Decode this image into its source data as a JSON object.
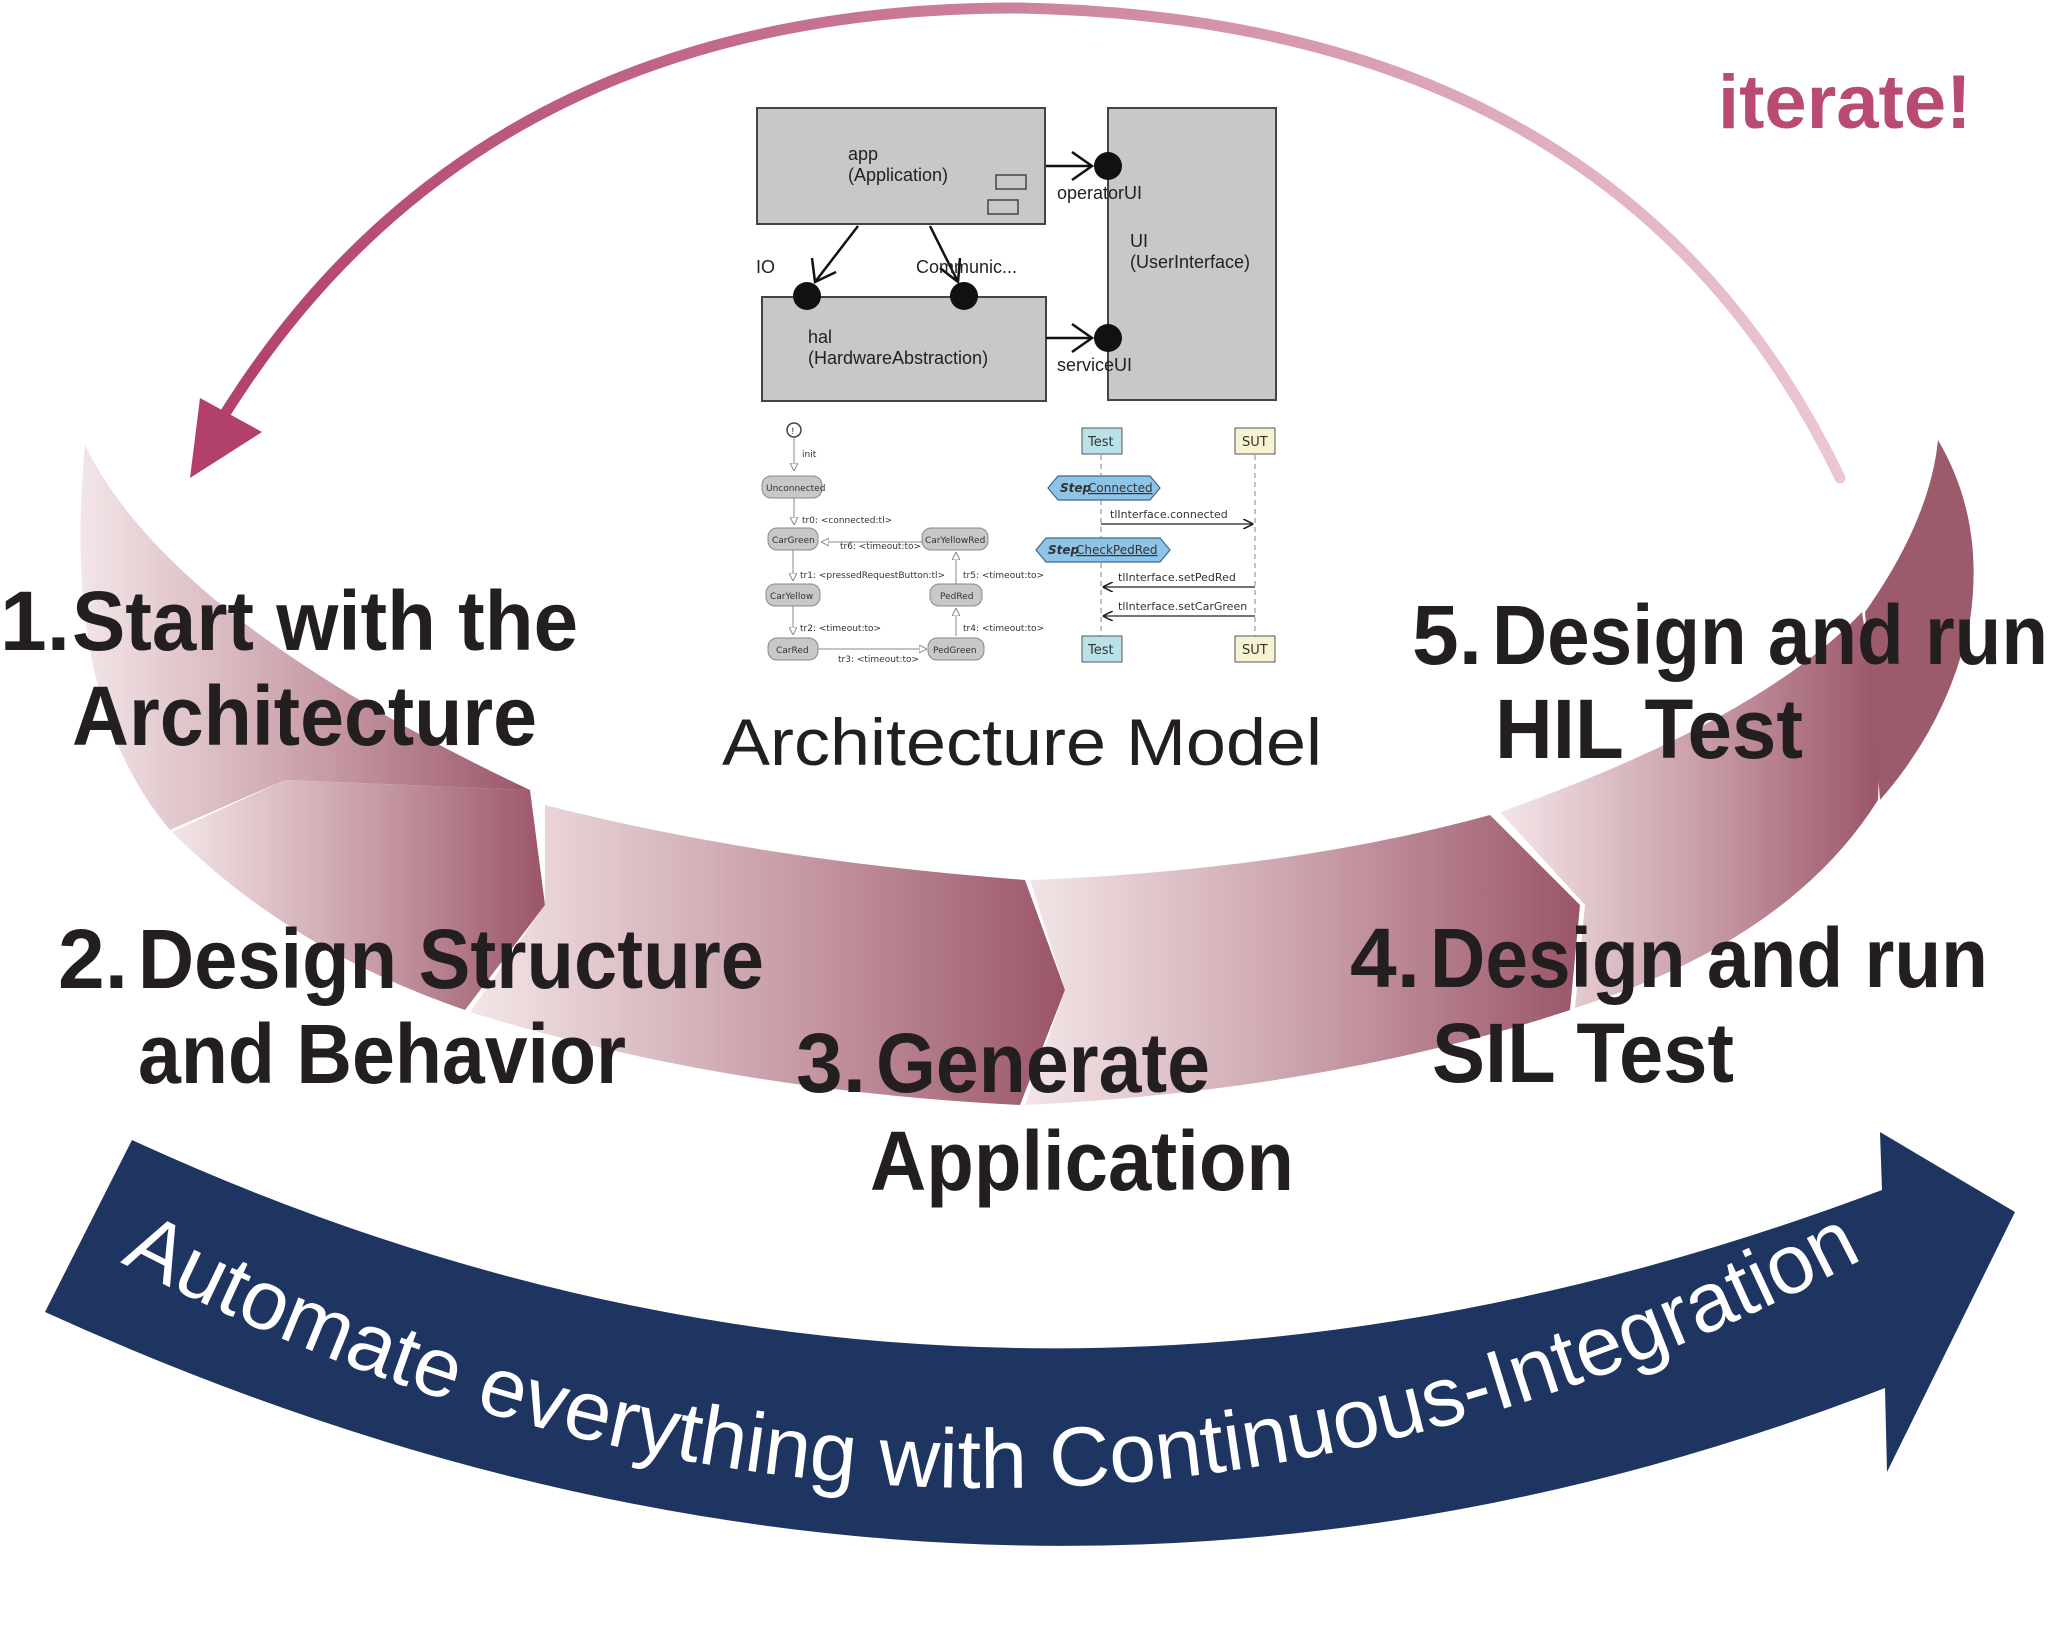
{
  "iterate_label": "iterate!",
  "model_caption": "Architecture Model",
  "steps": [
    {
      "number": "1.",
      "line1": "Start with the",
      "line2": "Architecture"
    },
    {
      "number": "2.",
      "line1": "Design Structure",
      "line2": "and Behavior"
    },
    {
      "number": "3.",
      "line1": "Generate",
      "line2": "Application"
    },
    {
      "number": "4.",
      "line1": "Design and run",
      "line2": "SIL Test"
    },
    {
      "number": "5.",
      "line1": "Design and run",
      "line2": "HIL Test"
    }
  ],
  "banner_text": "Automate everything with Continuous-Integration",
  "colors": {
    "iterate_arrow": "#b84a74",
    "cycle_light": "#f1e1e4",
    "cycle_dark": "#9b5a6a",
    "banner": "#1f3561",
    "step_text": "#231f20"
  },
  "structure_diagram": {
    "app_name": "app",
    "app_type": "(Application)",
    "ui_name": "UI",
    "ui_type": "(UserInterface)",
    "hal_name": "hal",
    "hal_type": "(HardwareAbstraction)",
    "port_io": "IO",
    "port_comm": "Communic...",
    "port_operator": "operatorUI",
    "port_service": "serviceUI"
  },
  "state_machine": {
    "init": "init",
    "states": [
      "Unconnected",
      "CarGreen",
      "CarYellowRed",
      "CarYellow",
      "PedRed",
      "CarRed",
      "PedGreen"
    ],
    "transitions": {
      "tr0": "tr0: <connected:tl>",
      "tr6": "tr6: <timeout:to>",
      "tr1": "tr1: <pressedRequestButton:tl>",
      "tr5": "tr5: <timeout:to>",
      "tr2": "tr2: <timeout:to>",
      "tr4": "tr4: <timeout:to>",
      "tr3": "tr3: <timeout:to>"
    }
  },
  "sequence_diagram": {
    "lifeline_test": "Test",
    "lifeline_sut": "SUT",
    "step_prefix": "Step",
    "step1": "Connected",
    "step2": "CheckPedRed",
    "msg1": "tlInterface.connected",
    "msg2": "tlInterface.setPedRed",
    "msg3": "tlInterface.setCarGreen"
  }
}
